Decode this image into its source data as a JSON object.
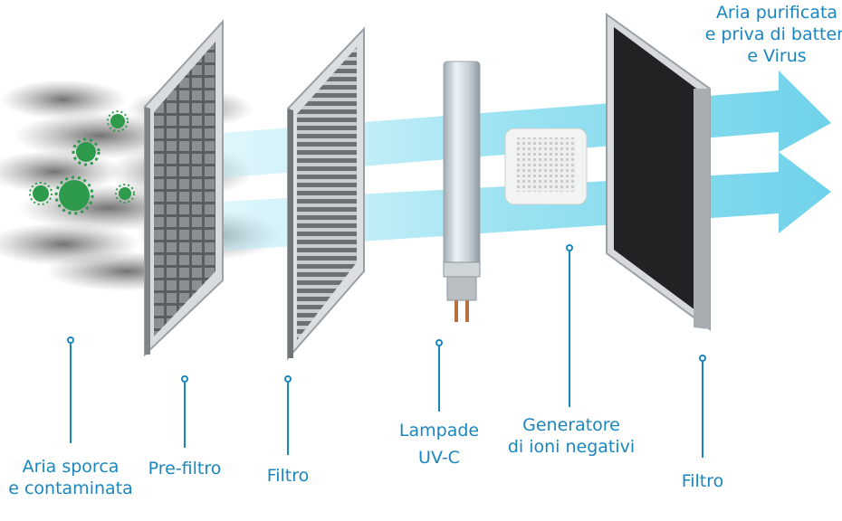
{
  "colors": {
    "accent": "#1a86c0",
    "arrow": "#7fd8ec",
    "virus": "#2e9a4c",
    "smoke": "#6b6b6b"
  },
  "labels": {
    "output": [
      "Aria purificata",
      "e priva di batteri",
      "e Virus"
    ],
    "dirty_air": [
      "Aria sporca",
      "e contaminata"
    ],
    "prefilter": "Pre-filtro",
    "filter1": "Filtro",
    "lamp": [
      "Lampade",
      "UV-C"
    ],
    "ionizer": [
      "Generatore",
      "di ioni  negativi"
    ],
    "filter2": "Filtro"
  },
  "icons": [
    "virus-icon",
    "smoke-cloud",
    "prefilter-panel",
    "filter-panel",
    "uvc-lamp",
    "ion-generator",
    "carbon-filter-panel",
    "airflow-arrow"
  ]
}
